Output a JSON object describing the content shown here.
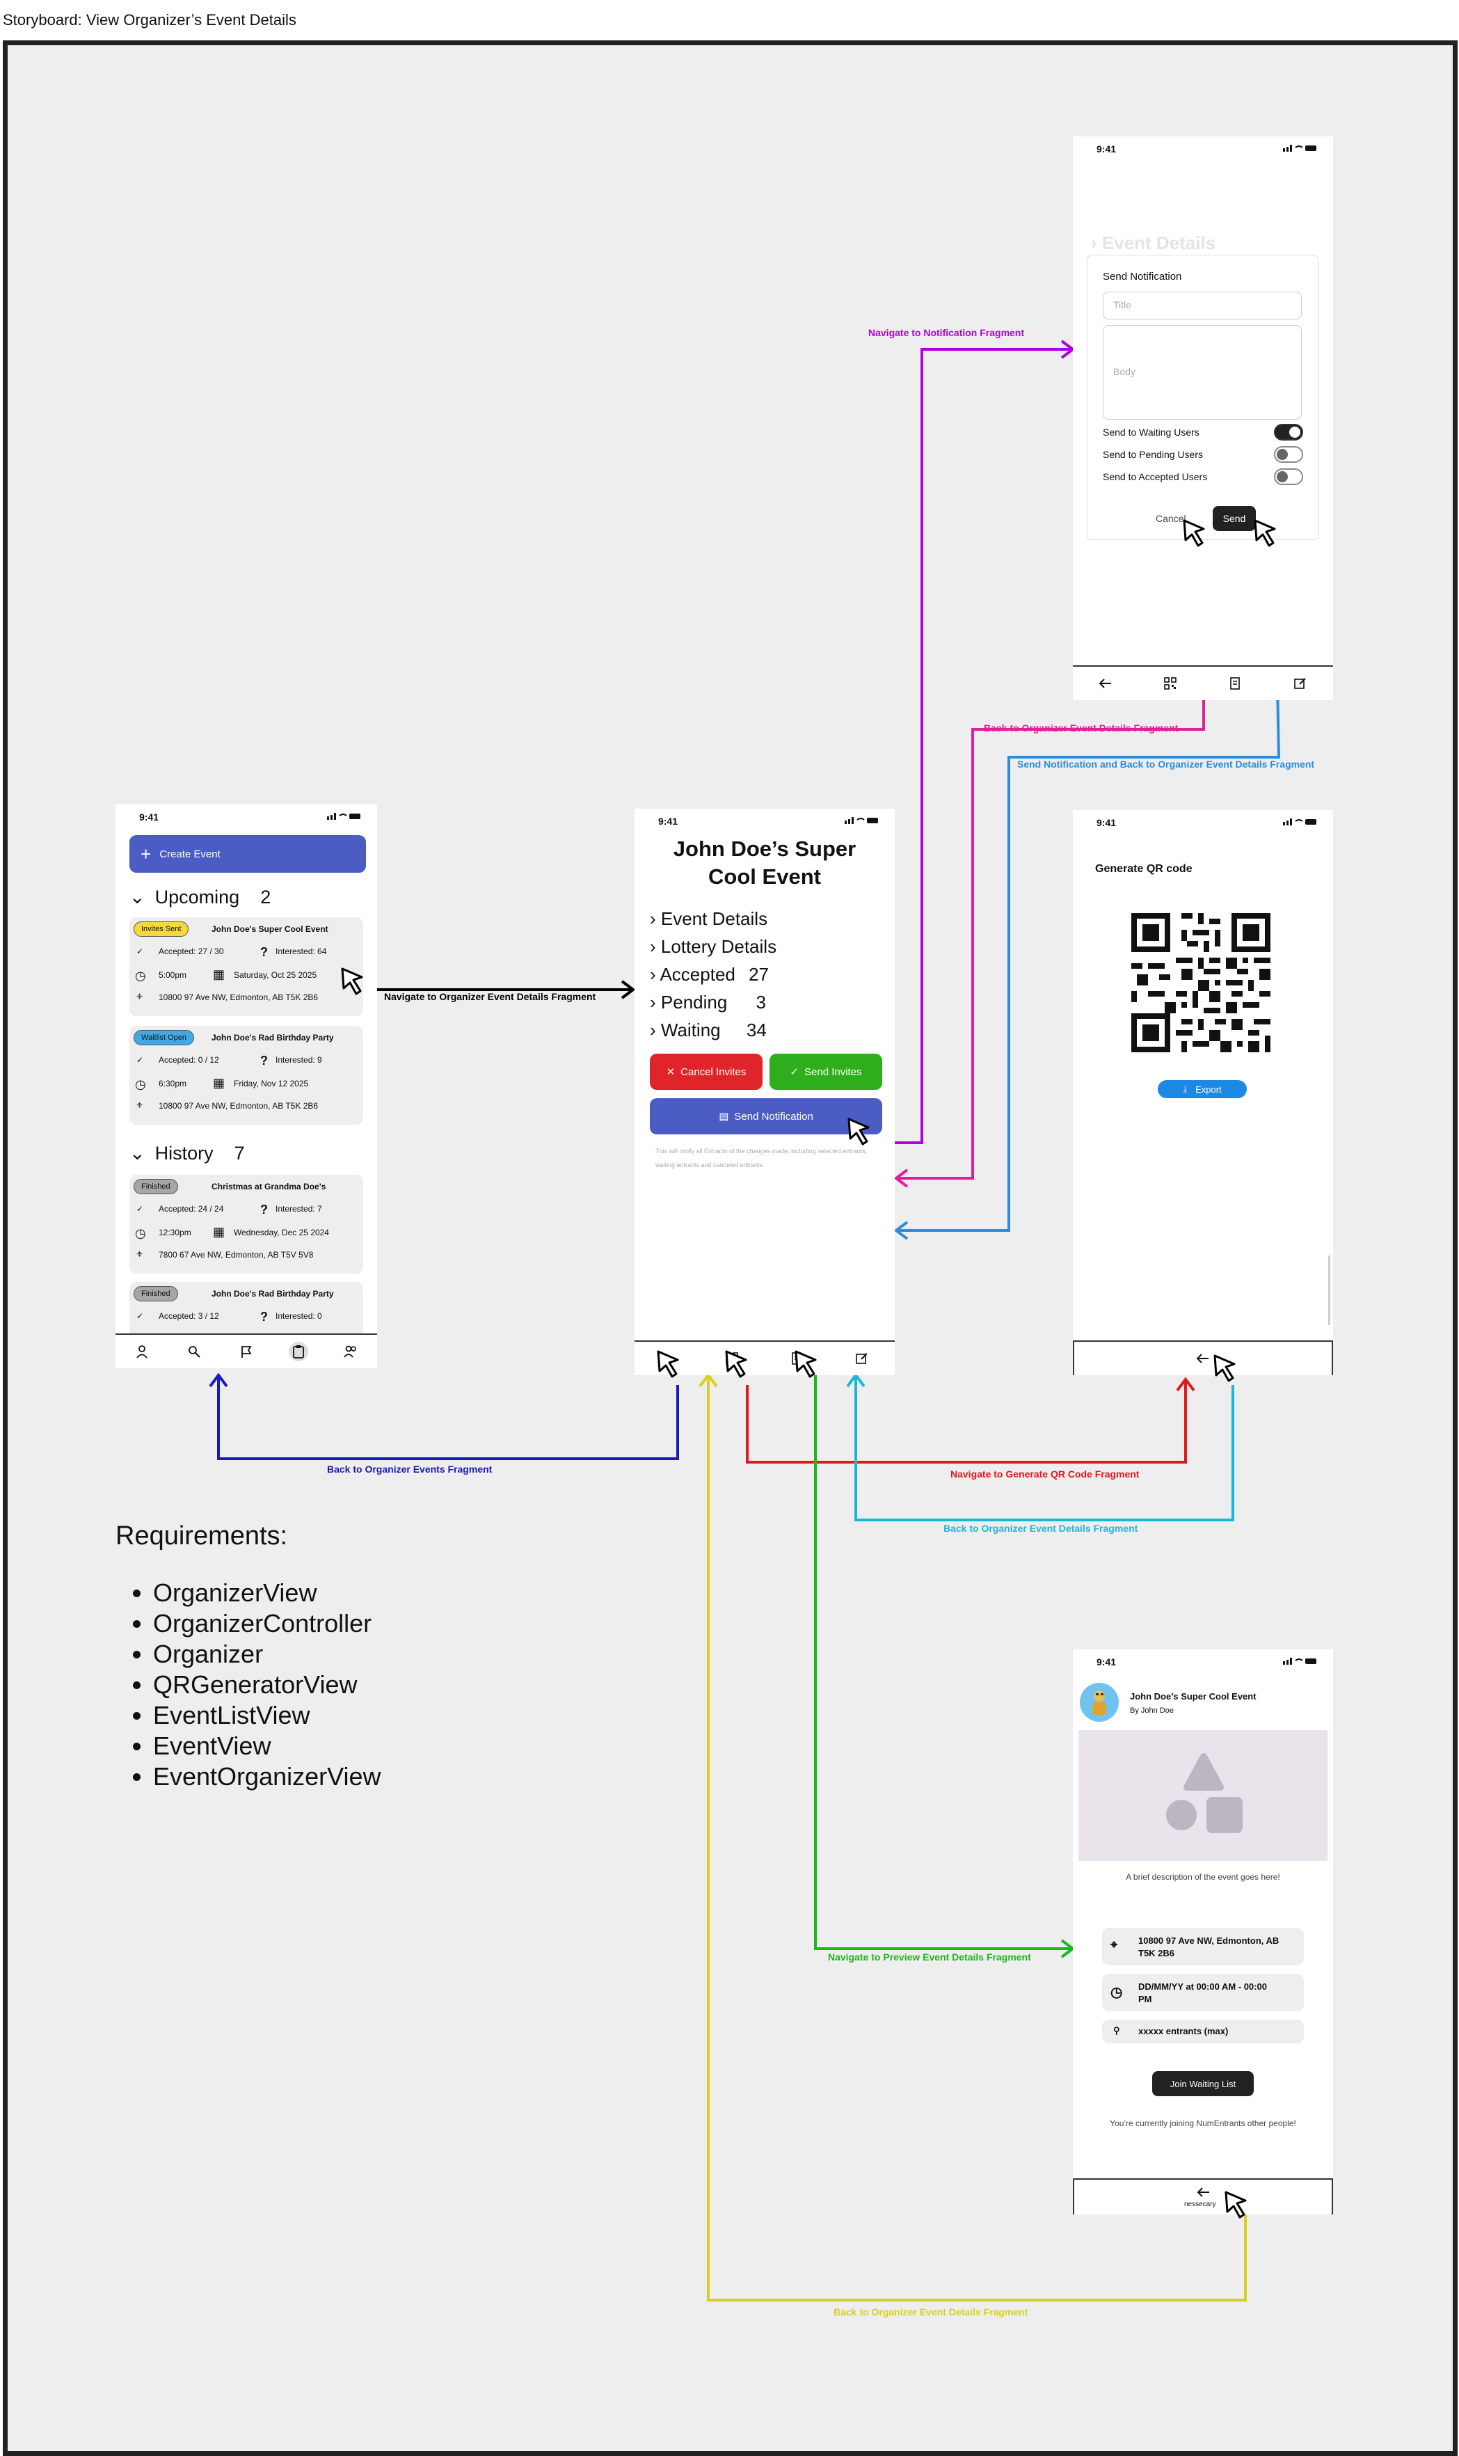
{
  "page_title": "Storyboard: View Organizer’s Event Details",
  "status_time": "9:41",
  "events_list": {
    "create_label": "Create Event",
    "upcoming_label": "Upcoming",
    "upcoming_count": "2",
    "history_label": "History",
    "history_count": "7",
    "cards": [
      {
        "badge": "Invites Sent",
        "badge_color": "#f5d938",
        "title": "John Doe's Super Cool Event",
        "accepted": "Accepted:  27 / 30",
        "interested": "Interested:  64",
        "time": "5:00pm",
        "date": "Saturday, Oct 25 2025",
        "address": "10800 97 Ave NW, Edmonton, AB T5K 2B6"
      },
      {
        "badge": "Waitlist Open",
        "badge_color": "#43a9e6",
        "title": "John Doe's Rad Birthday Party",
        "accepted": "Accepted:  0 / 12",
        "interested": "Interested:  9",
        "time": "6:30pm",
        "date": "Friday, Nov 12 2025",
        "address": "10800 97 Ave NW, Edmonton, AB T5K 2B6"
      },
      {
        "badge": "Finished",
        "badge_color": "#a6a6a6",
        "title": "Christmas at Grandma Doe's",
        "accepted": "Accepted:  24 / 24",
        "interested": "Interested:  7",
        "time": "12:30pm",
        "date": "Wednesday, Dec 25 2024",
        "address": "7800 67 Ave NW, Edmonton, AB T5V 5V8"
      },
      {
        "badge": "Finished",
        "badge_color": "#a6a6a6",
        "title": "John Doe's Rad Birthday Party",
        "accepted": "Accepted:  3 / 12",
        "interested": "Interested:  0",
        "time": "",
        "date": "",
        "address": ""
      }
    ]
  },
  "event_details": {
    "title": "John Doe’s Super Cool Event",
    "items": [
      {
        "label": "Event Details",
        "count": ""
      },
      {
        "label": "Lottery Details",
        "count": ""
      },
      {
        "label": "Accepted",
        "count": "27"
      },
      {
        "label": "Pending",
        "count": "3"
      },
      {
        "label": "Waiting",
        "count": "34"
      }
    ],
    "cancel_label": "Cancel Invites",
    "send_label": "Send Invites",
    "notify_label": "Send Notification",
    "note": "This will notify all Entrants of the changes made, including selected entrants, waiting entrants and canceled entrants."
  },
  "notification": {
    "bg_title": "Event Details",
    "title": "Send Notification",
    "title_placeholder": "Title",
    "body_placeholder": "Body",
    "toggles": [
      {
        "label": "Send to Waiting Users",
        "on": true
      },
      {
        "label": "Send to Pending Users",
        "on": false
      },
      {
        "label": "Send to Accepted Users",
        "on": false
      }
    ],
    "cancel": "Cancel",
    "send": "Send"
  },
  "qr": {
    "title": "Generate QR code",
    "export": "Export"
  },
  "preview": {
    "event_title": "John Doe’s Super Cool Event",
    "by": "By John Doe",
    "description": "A brief description of the event goes here!",
    "address": "10800 97 Ave NW, Edmonton, AB T5K 2B6",
    "datetime": "DD/MM/YY at 00:00 AM - 00:00 PM",
    "entrants": "xxxxx entrants (max)",
    "join": "Join Waiting List",
    "joining": "You’re currently joining NumEntrants other people!",
    "back_note": "nessecary"
  },
  "arrows": {
    "notif": {
      "label": "Navigate to Notification Fragment",
      "color": "#b000e0"
    },
    "back_pink": {
      "label": "Back to Organizer Event Details Fragment",
      "color": "#e0209a"
    },
    "send_back": {
      "label": "Send Notification and Back to Organizer Event Details Fragment",
      "color": "#2b8de0"
    },
    "to_details": {
      "label": "Navigate to Organizer Event Details Fragment",
      "color": "#000000"
    },
    "back_events": {
      "label": "Back to Organizer Events Fragment",
      "color": "#1a1ab8"
    },
    "qr": {
      "label": "Navigate to Generate QR Code Fragment",
      "color": "#e01a1a"
    },
    "back_cyan": {
      "label": "Back to Organizer Event Details Fragment",
      "color": "#1ab8d8"
    },
    "preview": {
      "label": "Navigate to Preview Event Details Fragment",
      "color": "#1ab81a"
    },
    "back_yellow": {
      "label": "Back to Organizer Event Details Fragment",
      "color": "#d8d020"
    }
  },
  "requirements": {
    "title": "Requirements:",
    "items": [
      "OrganizerView",
      "OrganizerController",
      "Organizer",
      "QRGeneratorView",
      "EventListView",
      "EventView",
      "EventOrganizerView"
    ]
  }
}
